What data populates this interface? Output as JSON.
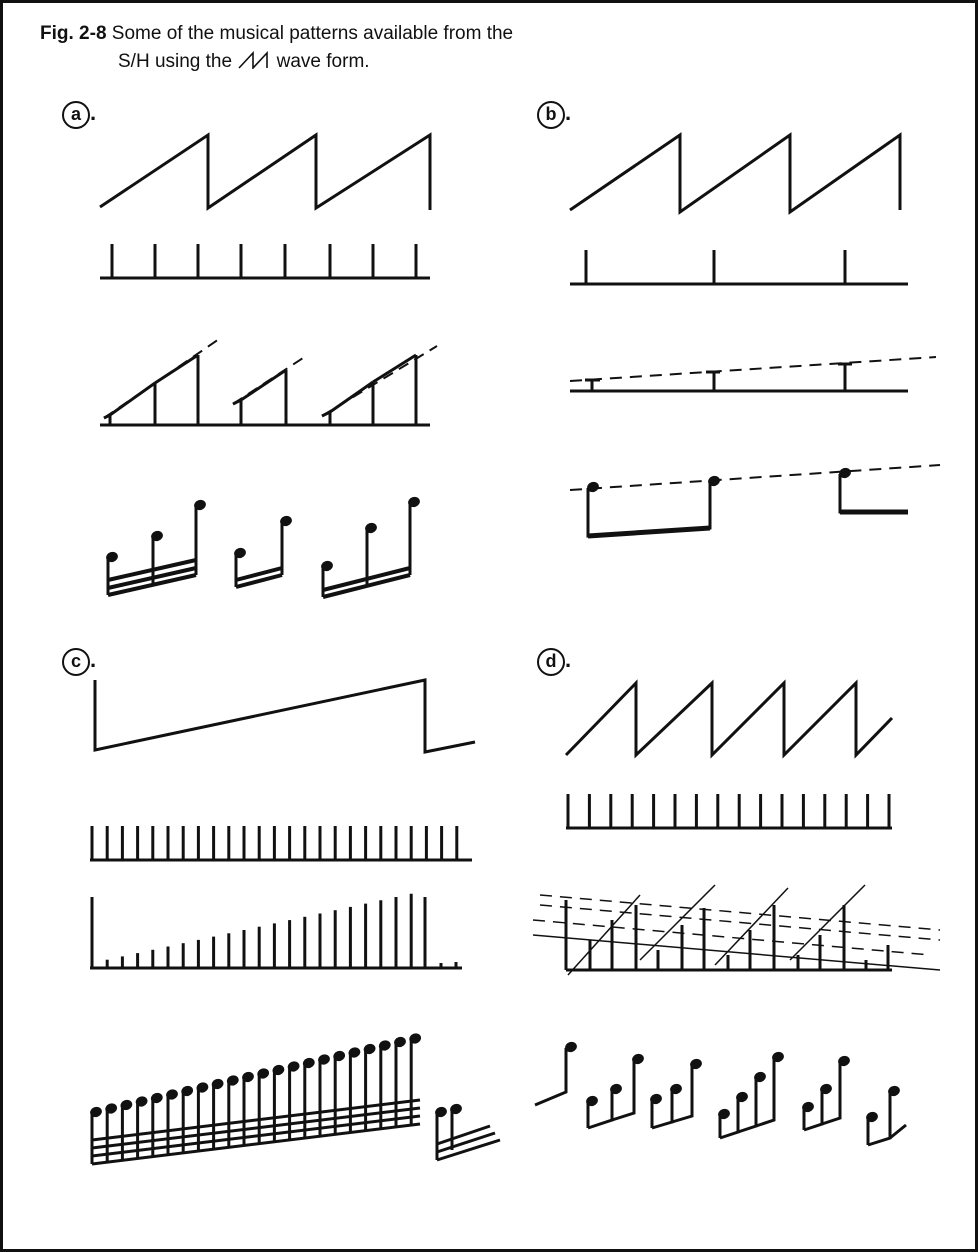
{
  "caption": {
    "figure_number": "Fig. 2-8",
    "line1": "Some of the musical patterns available from the",
    "line2_prefix": "S/H using the",
    "line2_suffix": "wave form."
  },
  "panels": [
    {
      "id": "a",
      "label": "a",
      "suffix": "."
    },
    {
      "id": "b",
      "label": "b",
      "suffix": "."
    },
    {
      "id": "c",
      "label": "c",
      "suffix": "."
    },
    {
      "id": "d",
      "label": "d",
      "suffix": "."
    }
  ],
  "icons": [
    "sawtooth-wave-icon"
  ]
}
